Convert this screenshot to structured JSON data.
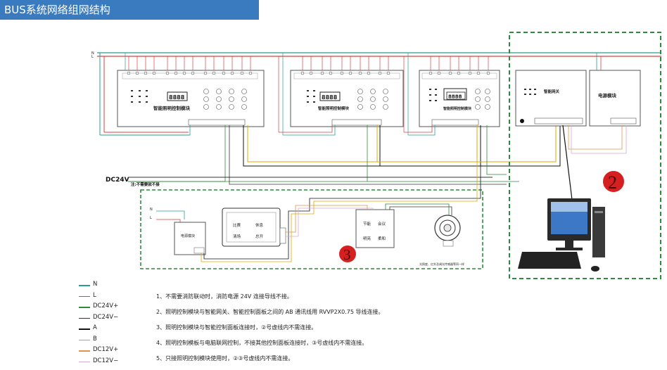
{
  "header": {
    "title": "BUS系统网络组网结构"
  },
  "bus_labels": {
    "n": "N",
    "l": "L"
  },
  "modules": {
    "lighting_1": "智能照明控制模块",
    "lighting_2": "智能照明控制模块",
    "lighting_3": "智能照明控制模块",
    "gateway": "智能网关",
    "power": "电源模块",
    "display_1": "8888",
    "display_2": "8888",
    "display_3": "8888"
  },
  "dc24v_label": "DC24V",
  "dc24v_note": "注:不需要就不接",
  "zones": {
    "zone2": "2",
    "zone3": "3"
  },
  "zone3": {
    "n": "N",
    "l": "L",
    "power_module": "电源模块",
    "panel_keys": [
      "比赛",
      "休息",
      "清场",
      "总开"
    ],
    "scene_keys": [
      "节能",
      "会议",
      "明亮",
      "柔和"
    ],
    "sensor_note": "光照度、红外及调光传感器等同一样"
  },
  "legend": [
    {
      "label": "N",
      "color": "#2a9d8f"
    },
    {
      "label": "L",
      "color": "#d94040"
    },
    {
      "label": "DC24V+",
      "color": "#2e8b3d"
    },
    {
      "label": "DC24V−",
      "color": "#333333"
    },
    {
      "label": "A",
      "color": "#111111"
    },
    {
      "label": "B",
      "color": "#e0a800"
    },
    {
      "label": "DC12V+",
      "color": "#e6934a"
    },
    {
      "label": "DC12V−",
      "color": "#d8a8d0"
    }
  ],
  "notes": [
    "1、不需要消防联动时，消防电源 24V 连接导线不接。",
    "2、照明控制模块与智能网关、智能控制面板之间的 AB 通讯线用 RVVP2X0.75 导线连接。",
    "3、照明控制模块与智能控制面板连接时，②号虚线内不需连接。",
    "4、照明控制模板与电脑联网控制，不接其他控制面板连接时，③号虚线内不需连接。",
    "5、只接照明控制模块使用时，②③号虚线内不需连接。"
  ]
}
